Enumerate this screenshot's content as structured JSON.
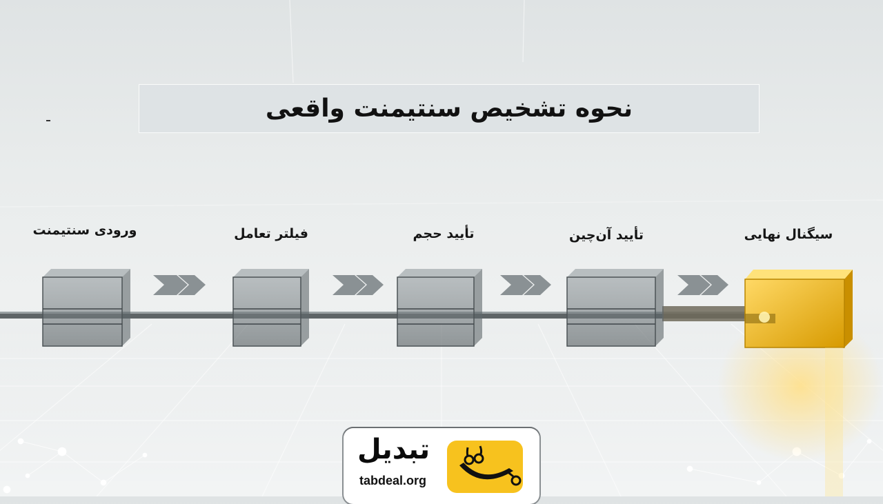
{
  "title": "نحوه تشخیص سنتیمنت واقعی",
  "stages": [
    {
      "label": "ورودی سنتیمنت",
      "highlight": false
    },
    {
      "label": "فیلتر تعامل",
      "highlight": false
    },
    {
      "label": "تأیید حجم",
      "highlight": false
    },
    {
      "label": "تأیید آن‌چین",
      "highlight": false
    },
    {
      "label": "سیگنال نهایی",
      "highlight": true
    }
  ],
  "logo": {
    "wordmark": "تبدیل",
    "url": "tabdeal.org"
  },
  "colors": {
    "accent_gold": "#f2b705",
    "glass_gray": "#7b8386",
    "logo_yellow": "#f7c21e"
  }
}
